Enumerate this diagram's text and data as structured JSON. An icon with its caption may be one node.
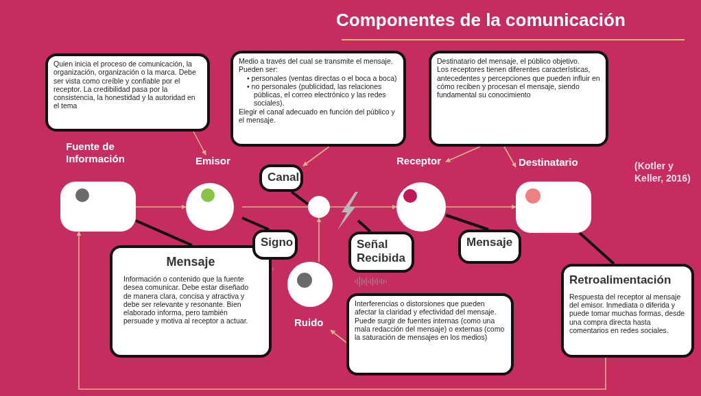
{
  "diagram": {
    "title": "Componentes de la comunicación",
    "nodes": [
      {
        "text": [
          "Fuente de Información"
        ]
      },
      {
        "text": [
          "Emisor"
        ]
      },
      {
        "text": [],
        "shape": "circle"
      },
      {
        "text": [
          "Receptor"
        ]
      },
      {
        "text": [
          "Destinatario"
        ]
      },
      {
        "text": [
          "Ruido"
        ]
      },
      {
        "text": [
          "Quien inicia el proceso de comunicación, la organización, organización o la marca. Debe ser vista como creíble y confiable por el receptor. La credibilidad pasa por la consistencia, la honestidad y la autoridad en el tema"
        ]
      },
      {
        "text": [
          "Medio a través del cual se transmite el mensaje. Pueden ser:",
          "• personales (ventas directas o el boca a boca)",
          "• no personales (publicidad, las relaciones públicas, el correo electrónico y las redes sociales).",
          "Elegir el canal adecuado en función del público y el mensaje."
        ]
      },
      {
        "text": [
          "Destinatario del mensaje, el público objetivo.",
          "Los receptores tienen diferentes características, antecedentes y percepciones que pueden influir en cómo reciben y procesan el mensaje, siendo fundamental su conocimiento"
        ]
      },
      {
        "text": [
          "Canal"
        ]
      },
      {
        "text": [
          "Mensaje",
          "Información o contenido que la fuente desea comunicar. Debe estar diseñado de manera clara, concisa y atractiva y debe ser relevante y resonante. Bien elaborado informa, pero también persuade y motiva al receptor a actuar."
        ]
      },
      {
        "text": [
          "Signo"
        ]
      },
      {
        "text": [
          "Señal Recibida"
        ]
      },
      {
        "text": [
          "Mensaje"
        ]
      },
      {
        "text": [
          "Interferencias o distorsiones que pueden afectar la claridad y efectividad del mensaje.",
          "Puede surgir de fuentes internas (como una mala redacción del mensaje) o externas (como la saturación de mensajes en los medios)"
        ]
      },
      {
        "text": [
          "Retroalimentación",
          "Respuesta del receptor al mensaje del emisor. Inmediata o diferida y puede tomar muchas formas, desde una compra directa hasta comentarios en redes sociales."
        ]
      },
      {
        "text": [],
        "shape": "picture"
      }
    ],
    "edges": [
      {
        "from": 0,
        "to": 1,
        "arrow": "to"
      },
      {
        "from": 1,
        "to": 2,
        "arrow": "none"
      },
      {
        "from": 2,
        "to": 3,
        "arrow": "to"
      },
      {
        "from": 3,
        "to": 4,
        "arrow": "to"
      },
      {
        "from": 5,
        "to": 2,
        "arrow": "to"
      },
      {
        "from": 15,
        "to": 0,
        "arrow": "to"
      },
      {
        "from": 6,
        "to": 1,
        "arrow": "to"
      },
      {
        "from": 7,
        "to": 9,
        "arrow": "to"
      },
      {
        "from": 8,
        "to": 3,
        "arrow": "to"
      },
      {
        "from": 8,
        "to": 4,
        "arrow": "to"
      },
      {
        "from": 14,
        "to": 5,
        "arrow": "to"
      },
      {
        "from": 9,
        "to": 2,
        "arrow": "none",
        "style": "thick",
        "color": "#111111"
      },
      {
        "from": 10,
        "to": 0,
        "arrow": "none",
        "style": "thick",
        "color": "#111111"
      },
      {
        "from": 11,
        "to": 1,
        "arrow": "none",
        "style": "thick",
        "color": "#111111"
      },
      {
        "from": 12,
        "to": 16,
        "arrow": "none",
        "style": "thick",
        "color": "#111111"
      },
      {
        "from": 13,
        "to": 3,
        "arrow": "none",
        "style": "thick",
        "color": "#111111"
      },
      {
        "from": 15,
        "to": 4,
        "arrow": "none",
        "style": "thick",
        "color": "#111111"
      }
    ],
    "labels": [
      "(Kotler y Keller, 2016)"
    ]
  }
}
